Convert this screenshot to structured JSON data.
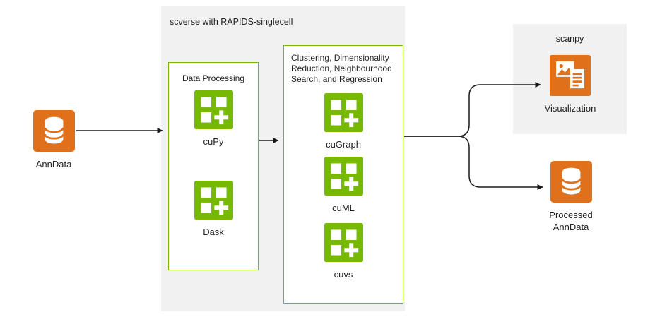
{
  "colors": {
    "orange": "#E1701A",
    "green": "#76B900",
    "panel_gray": "#F1F1F2",
    "arrow": "#1A1A1A"
  },
  "nodes": {
    "anndata": {
      "label": "AnnData",
      "icon": "database-icon"
    },
    "processed_anndata": {
      "label": "Processed AnnData",
      "icon": "database-icon"
    }
  },
  "containers": {
    "scverse": {
      "title": "scverse with RAPIDS-singlecell"
    },
    "data_processing": {
      "title": "Data Processing",
      "items": [
        {
          "label": "cuPy",
          "icon": "grid-plus-icon"
        },
        {
          "label": "Dask",
          "icon": "grid-plus-icon"
        }
      ]
    },
    "clustering": {
      "title": "Clustering, Dimensionality Reduction, Neighbourhood Search, and Regression",
      "items": [
        {
          "label": "cuGraph",
          "icon": "grid-plus-icon"
        },
        {
          "label": "cuML",
          "icon": "grid-plus-icon"
        },
        {
          "label": "cuvs",
          "icon": "grid-plus-icon"
        }
      ]
    },
    "scanpy": {
      "title": "scanpy",
      "items": [
        {
          "label": "Visualization",
          "icon": "documents-icon"
        }
      ]
    }
  }
}
